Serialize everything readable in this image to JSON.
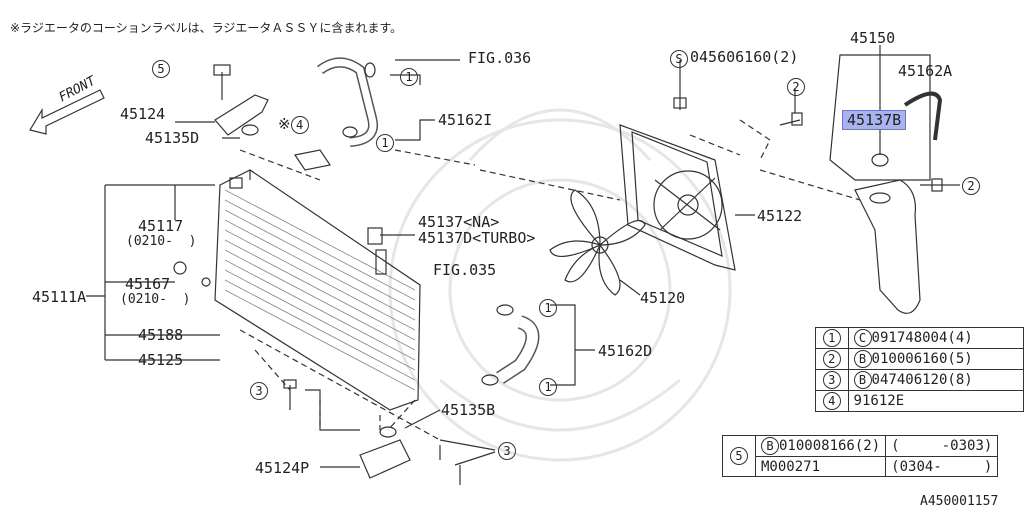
{
  "note": "※ラジエータのコーションラベルは、ラジエータＡＳＳＹに含まれます。",
  "front_label": "FRONT",
  "figure_id": "A450001157",
  "part_labels": {
    "p45124": "45124",
    "p45135D": "45135D",
    "p45117": "45117",
    "p45117_date": "(0210-  )",
    "p45167": "45167",
    "p45167_date": "(0210-  )",
    "p45111A": "45111A",
    "p45188": "45188",
    "p45125": "45125",
    "p45162I": "45162I",
    "fig036": "FIG.036",
    "p45137_na": "45137<NA>",
    "p45137D_turbo": "45137D<TURBO>",
    "fig035": "FIG.035",
    "p45162D": "45162D",
    "p45135B": "45135B",
    "p45124P": "45124P",
    "p45122": "45122",
    "p45120": "45120",
    "p045606160": "045606160(2)",
    "p45150": "45150",
    "p45162A": "45162A",
    "p45137B": "45137B"
  },
  "callouts": {
    "c1": "1",
    "c2": "2",
    "c3": "3",
    "c4": "4",
    "c5": "5",
    "cS": "S",
    "mark": "※"
  },
  "legend": [
    {
      "num": "1",
      "prefix": "C",
      "part": "091748004(4)"
    },
    {
      "num": "2",
      "prefix": "B",
      "part": "010006160(5)"
    },
    {
      "num": "3",
      "prefix": "B",
      "part": "047406120(8)"
    },
    {
      "num": "4",
      "prefix": "",
      "part": "91612E"
    }
  ],
  "legend5": {
    "num": "5",
    "rows": [
      {
        "prefix": "B",
        "part": "010008166(2)",
        "date": "(     -0303)"
      },
      {
        "prefix": "",
        "part": "M000271",
        "date": "(0304-     )"
      }
    ]
  }
}
